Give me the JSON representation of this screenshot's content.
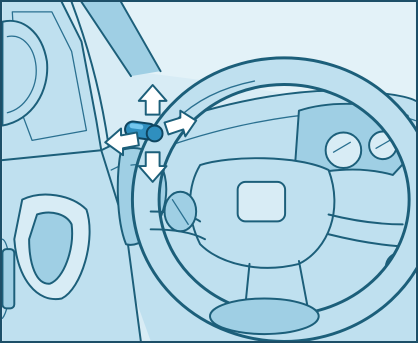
{
  "illustration": {
    "subject": "car-interior-steering-column-stalk-adjustment",
    "arrows": [
      "up",
      "down",
      "left",
      "right"
    ]
  },
  "colors": {
    "background": "#d8ecf5",
    "outline": "#1c5f7a",
    "highlight": "#2f8fbf",
    "frame": "#1d4f68"
  }
}
